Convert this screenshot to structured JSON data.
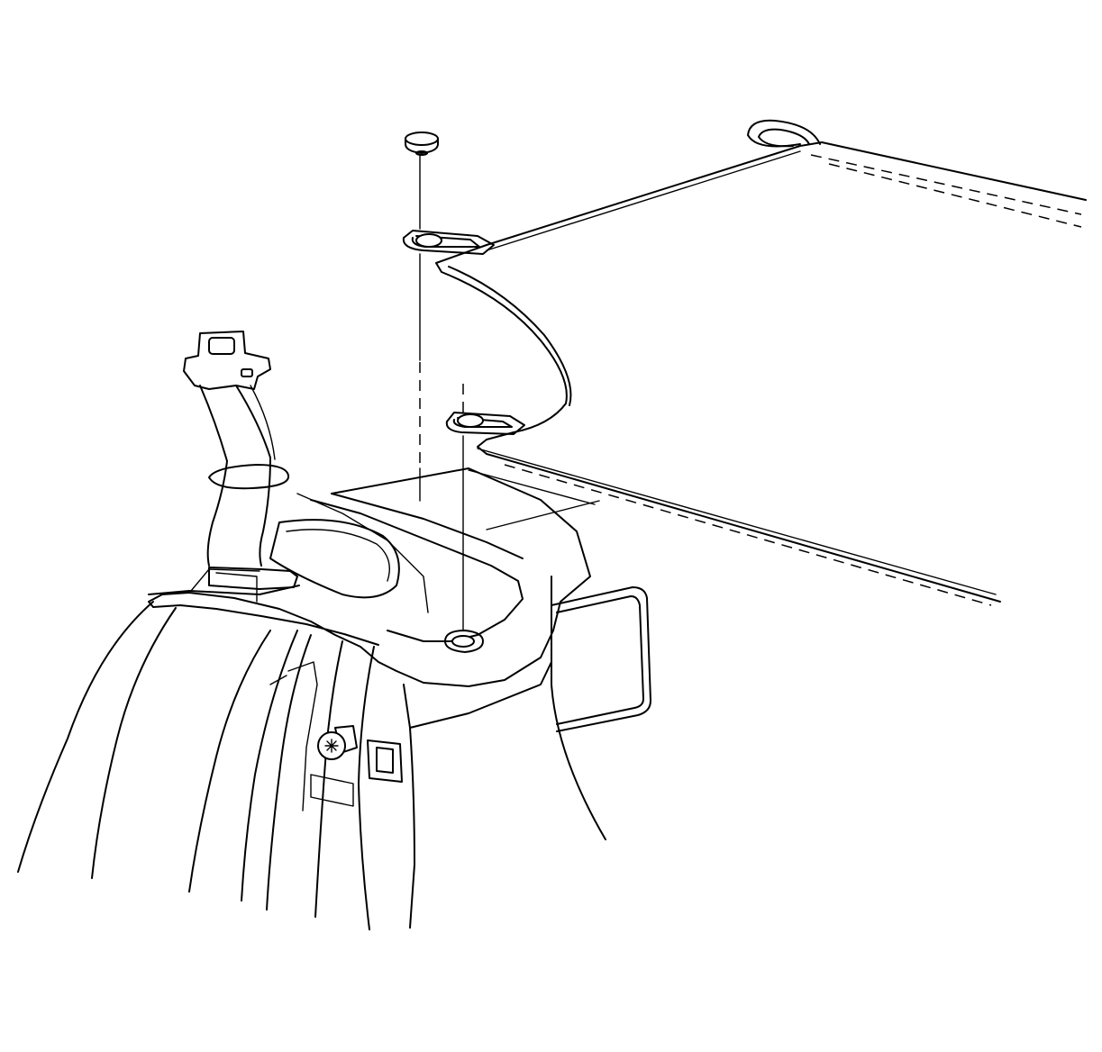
{
  "figure": {
    "background_color": "#ffffff",
    "line_color": "#000000",
    "labels": []
  },
  "parts": [
    {
      "name": "retainer-plug-cap",
      "icon": "push-pin-icon"
    },
    {
      "name": "upper-strap-retainer",
      "icon": "clip-icon"
    },
    {
      "name": "lower-strap-retainer",
      "icon": "clip-icon"
    },
    {
      "name": "seat-belt-latch-plate",
      "icon": "buckle-icon"
    },
    {
      "name": "side-trim-panel",
      "icon": "panel-icon"
    },
    {
      "name": "mounting-screw",
      "icon": "screw-icon"
    },
    {
      "name": "cargo-cover-screen",
      "icon": "net-icon"
    }
  ]
}
